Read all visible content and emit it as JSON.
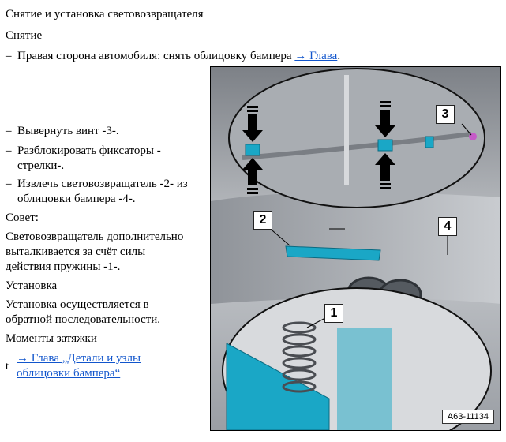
{
  "header": {
    "title": "Снятие и установка световозвращателя",
    "removal": "Снятие"
  },
  "step1": {
    "dash": "–",
    "text": "Правая сторона автомобиля: снять облицовку бампера",
    "link": "→ Глава",
    "end": "."
  },
  "steps": [
    {
      "dash": "–",
      "lines": [
        "Вывернуть винт -3-."
      ]
    },
    {
      "dash": "–",
      "lines": [
        "Разблокировать фиксаторы -",
        "стрелки-."
      ]
    },
    {
      "dash": "–",
      "lines": [
        "Извлечь световозвращатель -2- из",
        "облицовки бампера -4-."
      ]
    }
  ],
  "tip": {
    "label": "Совет:",
    "lines": [
      "Световозвращатель дополнительно",
      "выталкивается за счёт силы",
      "действия пружины -1-."
    ]
  },
  "install": {
    "label": "Установка",
    "lines": [
      "Установка осуществляется в",
      "обратной последовательности."
    ]
  },
  "torque": {
    "label": "Моменты затяжки",
    "bullet": "t",
    "link_lines": [
      "→ Глава „Детали и узлы",
      "облицовки бампера“"
    ]
  },
  "figure": {
    "labels": [
      "1",
      "2",
      "3",
      "4"
    ],
    "code": "A63-11134"
  }
}
